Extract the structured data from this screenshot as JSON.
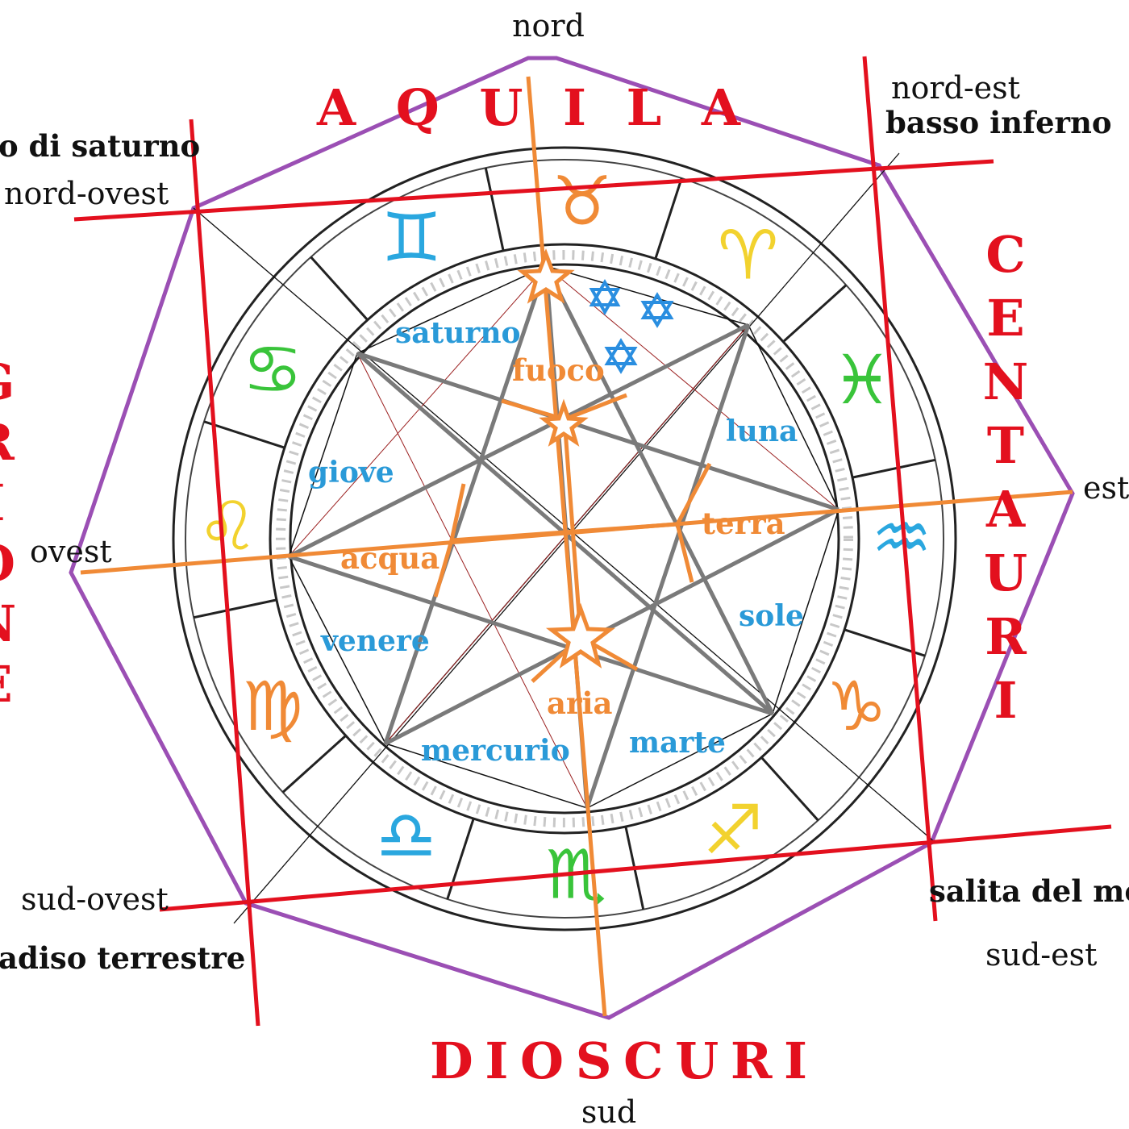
{
  "directions": {
    "north": "nord",
    "south": "sud",
    "east": "est",
    "west": "ovest",
    "north_east": "nord-est",
    "north_west": "nord-ovest",
    "south_east": "sud-est",
    "south_west": "sud-ovest"
  },
  "places": {
    "north_east": "basso inferno",
    "north_west": "o di saturno",
    "south_east": "salita del mo",
    "south_west": "adiso terrestre"
  },
  "constellations": {
    "top": "A Q U I L A",
    "right": "CENTAURI",
    "bottom": "D I O S C U R I",
    "left": "GRIONE"
  },
  "planets": {
    "saturno": "saturno",
    "luna": "luna",
    "giove": "giove",
    "sole": "sole",
    "venere": "venere",
    "mercurio": "mercurio",
    "marte": "marte"
  },
  "elements": {
    "fuoco": "fuoco",
    "terra": "terra",
    "acqua": "acqua",
    "aria": "aria"
  },
  "zodiac": [
    {
      "name": "aries-icon",
      "glyph": "♈",
      "color": "#f2d22e"
    },
    {
      "name": "taurus-icon",
      "glyph": "♉",
      "color": "#f08a36"
    },
    {
      "name": "gemini-icon",
      "glyph": "♊",
      "color": "#2aa7df"
    },
    {
      "name": "cancer-icon",
      "glyph": "♋",
      "color": "#39c43a"
    },
    {
      "name": "leo-icon",
      "glyph": "♌",
      "color": "#f2d22e"
    },
    {
      "name": "virgo-icon",
      "glyph": "♍",
      "color": "#f08a36"
    },
    {
      "name": "libra-icon",
      "glyph": "♎",
      "color": "#2aa7df"
    },
    {
      "name": "scorpio-icon",
      "glyph": "♏",
      "color": "#39c43a"
    },
    {
      "name": "sagittarius-icon",
      "glyph": "♐",
      "color": "#f2d22e"
    },
    {
      "name": "capricorn-icon",
      "glyph": "♑",
      "color": "#f08a36"
    },
    {
      "name": "aquarius-icon",
      "glyph": "♒",
      "color": "#2aa7df"
    },
    {
      "name": "pisces-icon",
      "glyph": "♓",
      "color": "#39c43a"
    }
  ],
  "colors": {
    "octagon": "#9b4fb4",
    "red_lines": "#e3101e",
    "orange": "#f08a36",
    "grey": "#7a7a7a",
    "blue_star": "#2a8ee0"
  }
}
